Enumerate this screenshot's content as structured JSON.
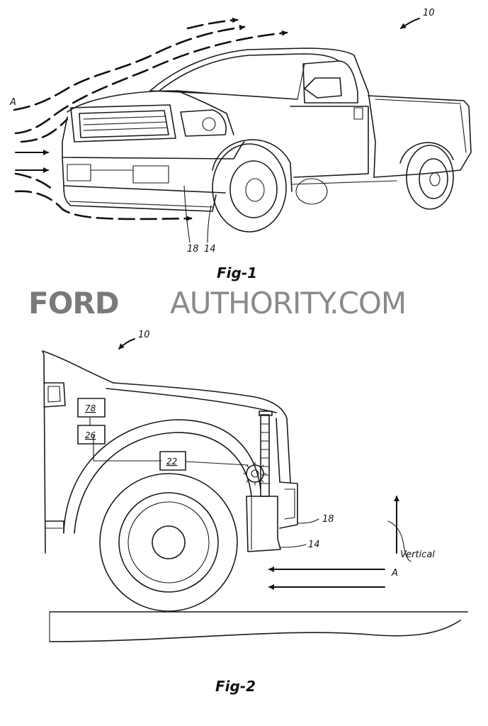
{
  "figure1": {
    "ref_vehicle": "10",
    "ref_airflow": "A",
    "ref_18": "18",
    "ref_14": "14",
    "caption": "Fig-1"
  },
  "watermark": {
    "brand": "FORD",
    "domain": "AUTHORITY.COM"
  },
  "figure2": {
    "ref_vehicle": "10",
    "box_78": "78",
    "box_26": "26",
    "box_22": "22",
    "ref_18": "18",
    "ref_14": "14",
    "ref_airflow": "A",
    "direction_label": "Vertical",
    "caption": "Fig-2"
  }
}
